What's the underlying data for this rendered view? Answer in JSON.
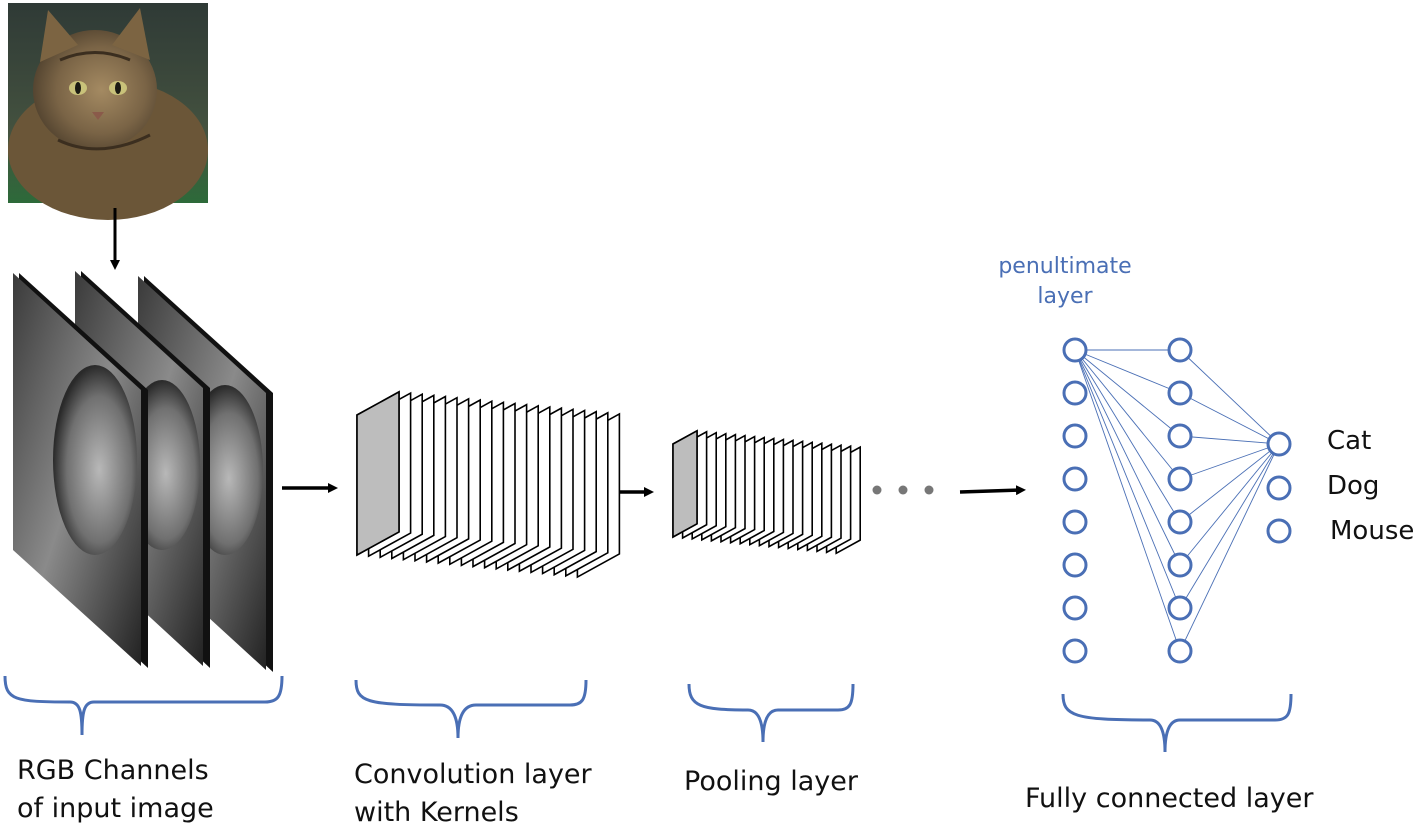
{
  "labels": {
    "rgb_line1": "RGB Channels",
    "rgb_line2": "of input image",
    "conv_line1": "Convolution layer",
    "conv_line2": "with Kernels",
    "pooling": "Pooling layer",
    "fc": "Fully connected layer",
    "penultimate_line1": "penultimate",
    "penultimate_line2": "layer"
  },
  "outputs": [
    "Cat",
    "Dog",
    "Mouse"
  ],
  "colors": {
    "accent": "#4a6fb5",
    "arrow": "#000000",
    "slice_fill": "#bdbdbd"
  }
}
